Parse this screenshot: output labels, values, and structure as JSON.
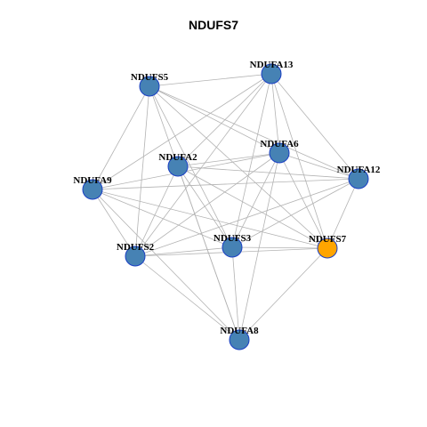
{
  "title": "NDUFS7",
  "colors": {
    "node_default": "#4682B4",
    "node_highlight": "#FFA500",
    "node_border": "#1A3FC4",
    "edge": "#B3B3B3"
  },
  "nodes": [
    {
      "id": "NDUFS5",
      "label": "NDUFS5",
      "highlight": false
    },
    {
      "id": "NDUFA13",
      "label": "NDUFA13",
      "highlight": false
    },
    {
      "id": "NDUFA6",
      "label": "NDUFA6",
      "highlight": false
    },
    {
      "id": "NDUFA2",
      "label": "NDUFA2",
      "highlight": false
    },
    {
      "id": "NDUFA12",
      "label": "NDUFA12",
      "highlight": false
    },
    {
      "id": "NDUFA9",
      "label": "NDUFA9",
      "highlight": false
    },
    {
      "id": "NDUFS3",
      "label": "NDUFS3",
      "highlight": false
    },
    {
      "id": "NDUFS7",
      "label": "NDUFS7",
      "highlight": true
    },
    {
      "id": "NDUFS2",
      "label": "NDUFS2",
      "highlight": false
    },
    {
      "id": "NDUFA8",
      "label": "NDUFA8",
      "highlight": false
    }
  ],
  "edges": [
    [
      "NDUFS5",
      "NDUFA13"
    ],
    [
      "NDUFS5",
      "NDUFA6"
    ],
    [
      "NDUFS5",
      "NDUFA12"
    ],
    [
      "NDUFS5",
      "NDUFA9"
    ],
    [
      "NDUFS5",
      "NDUFS3"
    ],
    [
      "NDUFS5",
      "NDUFS7"
    ],
    [
      "NDUFS5",
      "NDUFS2"
    ],
    [
      "NDUFS5",
      "NDUFA8"
    ],
    [
      "NDUFA13",
      "NDUFA6"
    ],
    [
      "NDUFA13",
      "NDUFA2"
    ],
    [
      "NDUFA13",
      "NDUFA12"
    ],
    [
      "NDUFA13",
      "NDUFA9"
    ],
    [
      "NDUFA13",
      "NDUFS3"
    ],
    [
      "NDUFA13",
      "NDUFS7"
    ],
    [
      "NDUFA13",
      "NDUFS2"
    ],
    [
      "NDUFA6",
      "NDUFA2"
    ],
    [
      "NDUFA6",
      "NDUFA12"
    ],
    [
      "NDUFA6",
      "NDUFA9"
    ],
    [
      "NDUFA6",
      "NDUFS3"
    ],
    [
      "NDUFA6",
      "NDUFS7"
    ],
    [
      "NDUFA6",
      "NDUFS2"
    ],
    [
      "NDUFA6",
      "NDUFA8"
    ],
    [
      "NDUFA2",
      "NDUFA12"
    ],
    [
      "NDUFA2",
      "NDUFS3"
    ],
    [
      "NDUFA2",
      "NDUFS7"
    ],
    [
      "NDUFA2",
      "NDUFS2"
    ],
    [
      "NDUFA2",
      "NDUFA8"
    ],
    [
      "NDUFA12",
      "NDUFA9"
    ],
    [
      "NDUFA12",
      "NDUFS3"
    ],
    [
      "NDUFA12",
      "NDUFS7"
    ],
    [
      "NDUFA12",
      "NDUFS2"
    ],
    [
      "NDUFA9",
      "NDUFS3"
    ],
    [
      "NDUFA9",
      "NDUFS7"
    ],
    [
      "NDUFA9",
      "NDUFS2"
    ],
    [
      "NDUFA9",
      "NDUFA8"
    ],
    [
      "NDUFS3",
      "NDUFS7"
    ],
    [
      "NDUFS3",
      "NDUFS2"
    ],
    [
      "NDUFS3",
      "NDUFA8"
    ],
    [
      "NDUFS7",
      "NDUFS2"
    ],
    [
      "NDUFS7",
      "NDUFA8"
    ],
    [
      "NDUFS2",
      "NDUFA8"
    ]
  ]
}
